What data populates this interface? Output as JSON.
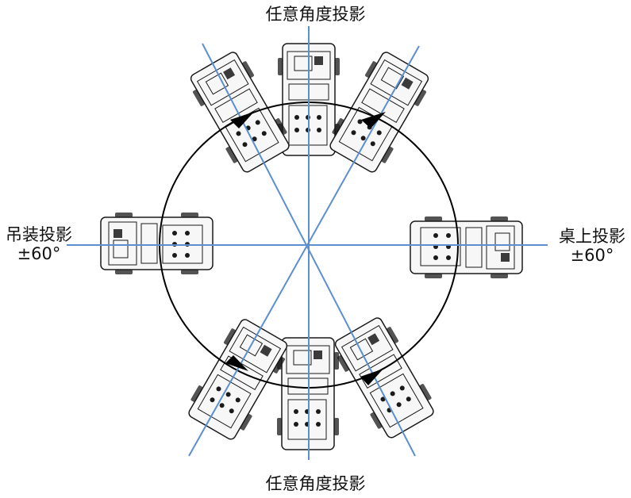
{
  "labels": {
    "top": "任意角度投影",
    "bottom": "任意角度投影",
    "left": {
      "line1": "吊装投影",
      "line2": "±60°"
    },
    "right": {
      "line1": "桌上投影",
      "line2": "±60°"
    }
  },
  "colors": {
    "axis_line": "#5b8fd0",
    "outline": "#000000",
    "projector_fill": "#f7f7f7",
    "projector_stroke": "#1a1a1a"
  },
  "icons": {
    "rotation_marker": "triangle-arrow"
  }
}
